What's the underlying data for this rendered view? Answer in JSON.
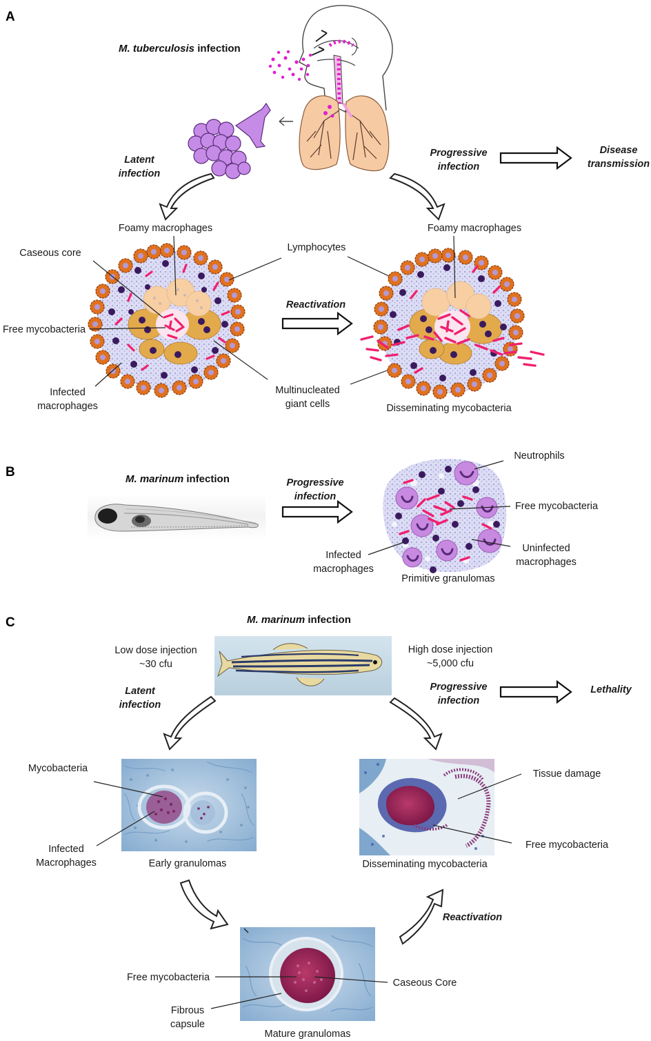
{
  "panels": {
    "a": "A",
    "b": "B",
    "c": "C"
  },
  "panel_a": {
    "title_species": "M. tuberculosis",
    "title_suffix": " infection",
    "latent_line1": "Latent",
    "latent_line2": "infection",
    "progressive_line1": "Progressive",
    "progressive_line2": "infection",
    "disease_line1": "Disease",
    "disease_line2": "transmission",
    "left_foamy": "Foamy macrophages",
    "right_foamy": "Foamy macrophages",
    "caseous_core": "Caseous core",
    "lymphocytes": "Lymphocytes",
    "reactivation": "Reactivation",
    "free_mycobacteria": "Free mycobacteria",
    "infected_line1": "Infected",
    "infected_line2": "macrophages",
    "giant_line1": "Multinucleated",
    "giant_line2": "giant cells",
    "disseminating": "Disseminating mycobacteria"
  },
  "panel_b": {
    "title_species": "M. marinum",
    "title_suffix": " infection",
    "progressive_line1": "Progressive",
    "progressive_line2": "infection",
    "neutrophils": "Neutrophils",
    "free_mycobacteria": "Free mycobacteria",
    "infected_line1": "Infected",
    "infected_line2": "macrophages",
    "uninfected_line1": "Uninfected",
    "uninfected_line2": "macrophages",
    "primitive": "Primitive granulomas"
  },
  "panel_c": {
    "title_species": "M. marinum",
    "title_suffix": " infection",
    "low_line1": "Low dose injection",
    "low_line2": "~30 cfu",
    "high_line1": "High dose injection",
    "high_line2": "~5,000 cfu",
    "latent_line1": "Latent",
    "latent_line2": "infection",
    "progressive_line1": "Progressive",
    "progressive_line2": "infection",
    "lethality": "Lethality",
    "mycobacteria": "Mycobacteria",
    "infected_line1": "Infected",
    "infected_line2": "Macrophages",
    "early": "Early granulomas",
    "tissue_damage": "Tissue damage",
    "free_mycobacteria_right": "Free mycobacteria",
    "disseminating": "Disseminating mycobacteria",
    "reactivation": "Reactivation",
    "free_mycobacteria_bottom": "Free mycobacteria",
    "caseous_core": "Caseous Core",
    "fibrous_line1": "Fibrous",
    "fibrous_line2": "capsule",
    "mature": "Mature granulomas"
  },
  "colors": {
    "macrophage_orange": "#e0711f",
    "lymphocyte_purple": "#3a1a5e",
    "bacteria_pink": "#f0206e",
    "foamy_peach": "#f7cfa3",
    "giant_cell_tan": "#e3aa4c",
    "lung_peach": "#f6cba4",
    "aerosol_magenta": "#e020d0",
    "alveoli_purple": "#c58be6",
    "neutrophil_lilac": "#c88ae0",
    "stain_blue": "#8fb6d8",
    "stain_red": "#a4205a"
  }
}
